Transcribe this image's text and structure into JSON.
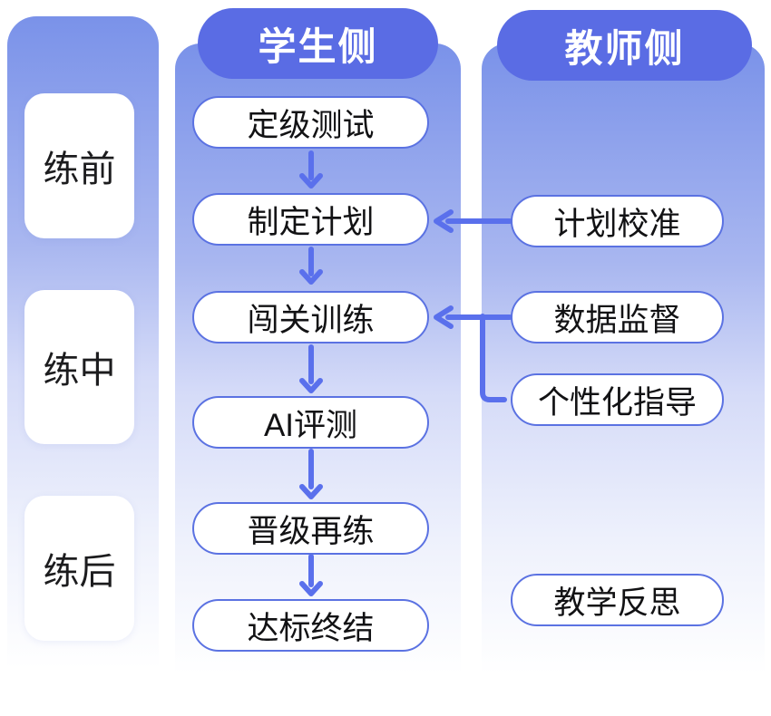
{
  "diagram": {
    "phases": {
      "items": [
        {
          "label": "练前"
        },
        {
          "label": "练中"
        },
        {
          "label": "练后"
        }
      ]
    },
    "student": {
      "header": "学生侧",
      "steps": [
        {
          "label": "定级测试"
        },
        {
          "label": "制定计划"
        },
        {
          "label": "闯关训练"
        },
        {
          "label": "AI评测"
        },
        {
          "label": "晋级再练"
        },
        {
          "label": "达标终结"
        }
      ]
    },
    "teacher": {
      "header": "教师侧",
      "items": [
        {
          "label": "计划校准"
        },
        {
          "label": "数据监督"
        },
        {
          "label": "个性化指导"
        },
        {
          "label": "教学反思"
        }
      ]
    },
    "connections": [
      {
        "from": "定级测试",
        "to": "制定计划",
        "type": "down-arrow"
      },
      {
        "from": "制定计划",
        "to": "闯关训练",
        "type": "down-arrow"
      },
      {
        "from": "闯关训练",
        "to": "AI评测",
        "type": "down-arrow"
      },
      {
        "from": "AI评测",
        "to": "晋级再练",
        "type": "down-arrow"
      },
      {
        "from": "晋级再练",
        "to": "达标终结",
        "type": "down-arrow"
      },
      {
        "from": "计划校准",
        "to": "制定计划",
        "type": "left-arrow"
      },
      {
        "from": "数据监督",
        "to": "闯关训练",
        "type": "left-arrow"
      },
      {
        "from": "个性化指导",
        "to": "闯关训练",
        "type": "elbow-left-arrow"
      }
    ],
    "colors": {
      "header_pill": "#5a6ce4",
      "panel_top": "#7a92e9",
      "panel_bottom": "#ffffff",
      "connector": "#5a70ec",
      "node_border": "#5b72e2",
      "node_fill": "#ffffff",
      "text": "#121214",
      "header_text": "#ffffff"
    }
  }
}
